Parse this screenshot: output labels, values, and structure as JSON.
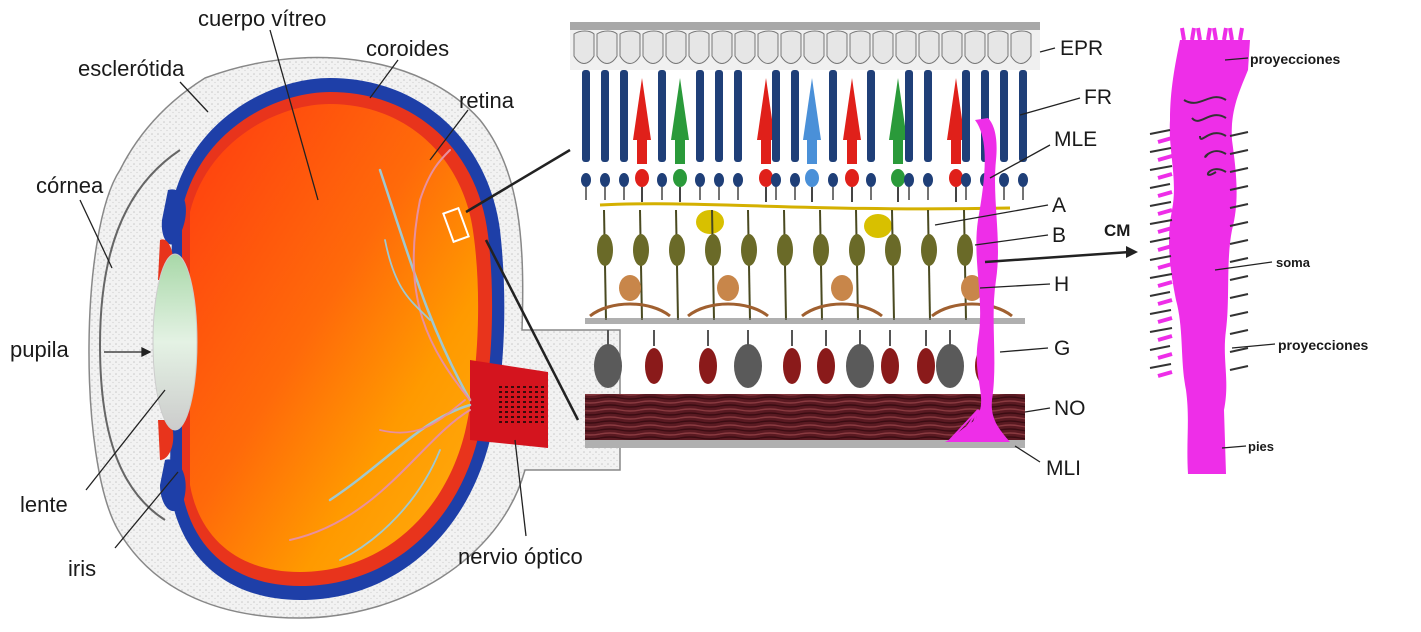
{
  "eye": {
    "labels": {
      "cuerpo_vitreo": "cuerpo vítreo",
      "esclerotida": "esclerótida",
      "coroides": "coroides",
      "retina": "retina",
      "cornea": "córnea",
      "pupila": "pupila",
      "lente": "lente",
      "iris": "iris",
      "nervio_optico": "nervio óptico"
    }
  },
  "retina_layers": {
    "labels": {
      "epr": "EPR",
      "fr": "FR",
      "mle": "MLE",
      "a": "A",
      "b": "B",
      "h": "H",
      "g": "G",
      "no": "NO",
      "mli": "MLI"
    },
    "cone_colors": [
      "#e0201a",
      "#2a9a3a",
      "#e0201a",
      "#4a90d8",
      "#e0201a",
      "#2a9a3a",
      "#e0201a"
    ],
    "rod_color": "#1f3f78"
  },
  "muller_cell": {
    "cm_label": "CM",
    "labels": {
      "proyecciones_top": "proyecciones",
      "soma": "soma",
      "proyecciones_mid": "proyecciones",
      "pies": "pies"
    },
    "color": "#ee2ee8"
  },
  "colors": {
    "sclera_blue": "#1e3fa8",
    "retina_red": "#e8341c",
    "vitreous_orange": "#ff8a00",
    "lens": "#c8e6c8",
    "nerve_red": "#d4141e",
    "muller_magenta": "#ee2ee8"
  }
}
